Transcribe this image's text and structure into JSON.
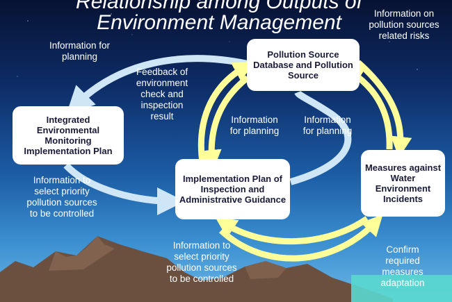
{
  "title": {
    "line1": "Relationship among Outputs of",
    "line2": "Environment Management"
  },
  "nodes": {
    "pollution_db": "Pollution Source Database and Pollution Source",
    "monitoring_plan": "Integrated Environmental Monitoring Implementation Plan",
    "inspection_plan": "Implementation Plan of Inspection and Administrative Guidance",
    "measures": "Measures against Water Environment Incidents"
  },
  "labels": {
    "info_planning_top": "Information for planning",
    "feedback": "Feedback of environment check and inspection result",
    "info_planning_mid1": "Information for planning",
    "info_planning_mid2": "Information for planning",
    "info_risks": "Information on pollution sources related risks",
    "info_select_left": "Information to select priority pollution sources to be controlled",
    "info_select_bottom": "Information to select priority pollution sources to be controlled",
    "confirm": "Confirm required measures adaptation"
  },
  "colors": {
    "yellow_arrow": "#ffff99",
    "blue_arrow": "#cfe6f7",
    "box_fill": "#ffffff",
    "box_text": "#1a1a3a",
    "label_text": "#ffffff"
  }
}
